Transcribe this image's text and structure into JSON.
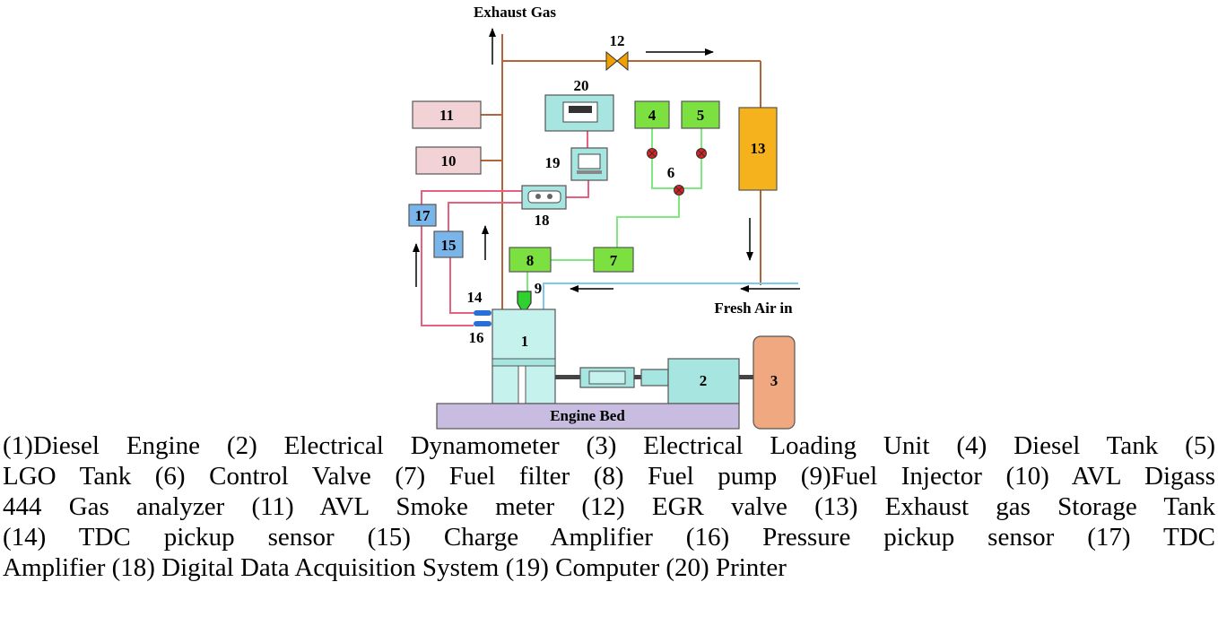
{
  "labels": {
    "exhaust_gas": "Exhaust Gas",
    "fresh_air_in": "Fresh Air in",
    "engine_bed": "Engine Bed",
    "n1": "1",
    "n2": "2",
    "n3": "3",
    "n4": "4",
    "n5": "5",
    "n6": "6",
    "n7": "7",
    "n8": "8",
    "n9": "9",
    "n10": "10",
    "n11": "11",
    "n12": "12",
    "n13": "13",
    "n14": "14",
    "n15": "15",
    "n16": "16",
    "n17": "17",
    "n18": "18",
    "n19": "19",
    "n20": "20"
  },
  "caption": {
    "line1": "(1)Diesel Engine (2) Electrical Dynamometer (3) Electrical Loading Unit (4) Diesel Tank (5)",
    "line2": "LGO Tank (6) Control Valve (7) Fuel filter (8) Fuel pump (9)Fuel Injector (10) AVL Digass",
    "line3": "444 Gas analyzer (11) AVL Smoke meter (12) EGR valve (13) Exhaust gas Storage Tank",
    "line4": "(14) TDC pickup sensor  (15) Charge Amplifier (16) Pressure pickup sensor (17) TDC",
    "line5": "Amplifier (18) Digital Data Acquisition System  (19) Computer (20) Printer"
  }
}
